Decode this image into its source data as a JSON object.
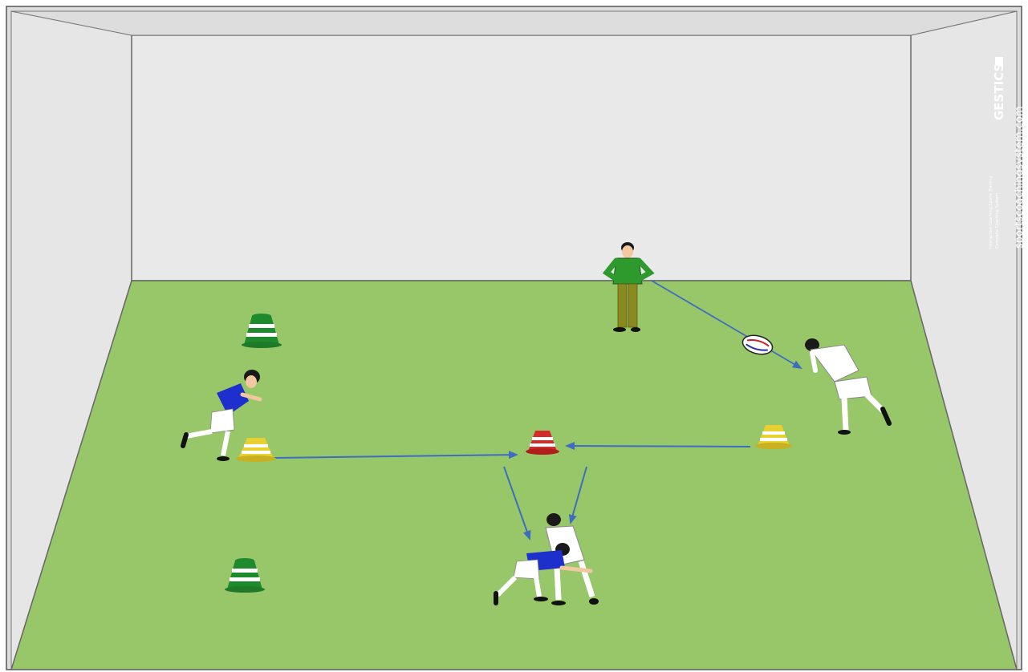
{
  "watermark": {
    "url": "sportscoachingsystem.com",
    "brand": "GESTICS",
    "tagline_1": "Interactive Coaching Sports Training",
    "tagline_2": "Complete Coaching System"
  },
  "colors": {
    "field": "#98c76a",
    "wall": "#e3e3e3",
    "wall_side": "#d9d9d9",
    "arrow": "#3e6dbf",
    "team_attack": "#1d2fcc",
    "team_defend": "#ffffff",
    "coach_shirt": "#2e9a2e",
    "coach_trousers": "#8a8a20",
    "cone_green": "#1e8a2e",
    "cone_yellow": "#e8d030",
    "cone_red": "#d42a2a"
  },
  "elements": {
    "coach": "coach",
    "ball": "rugby-ball",
    "players": [
      "attacker-blue",
      "defender-white",
      "tackle-pair"
    ],
    "cones": [
      "green-cone",
      "green-cone",
      "yellow-cone",
      "yellow-cone",
      "red-cone"
    ]
  }
}
